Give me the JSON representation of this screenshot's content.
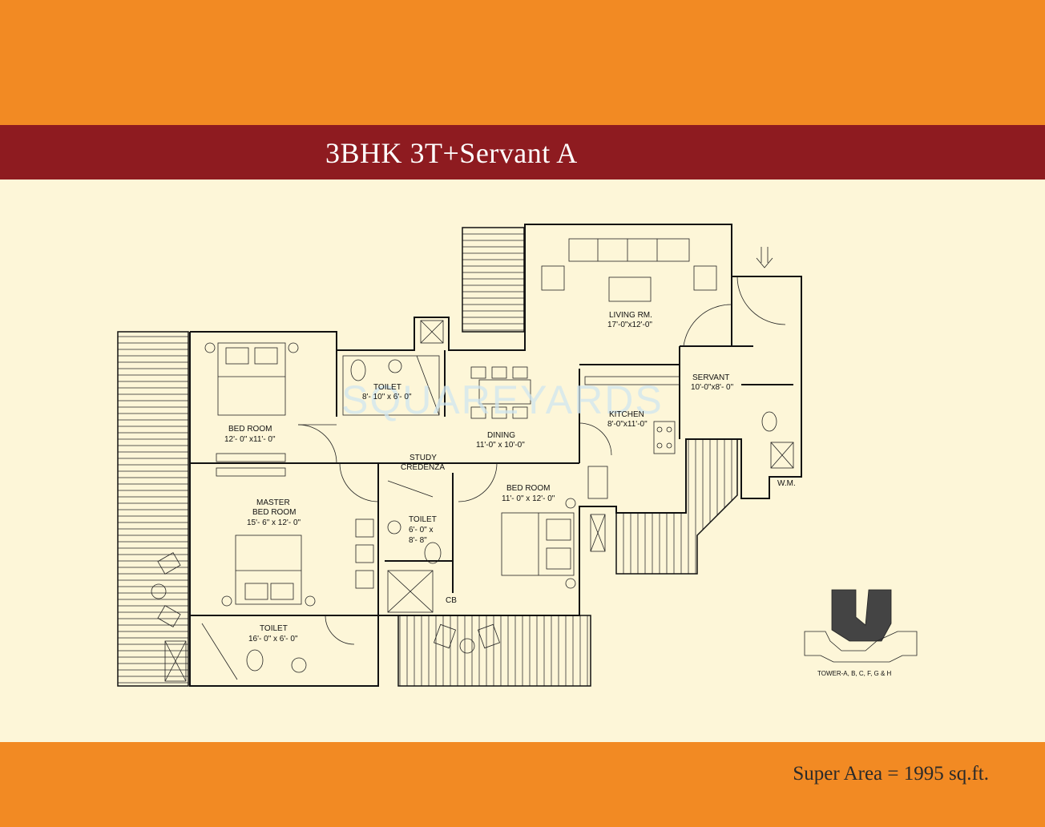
{
  "colors": {
    "top_band": "#f28a23",
    "title_band": "#8e1b20",
    "bottom_band": "#f28a23",
    "background": "#fdf6d8",
    "watermark": "#cfe6f0"
  },
  "header": {
    "title": "3BHK 3T+Servant A"
  },
  "footer": {
    "super_area": "Super Area = 1995 sq.ft."
  },
  "watermark": "SQUAREYARDS",
  "rooms": {
    "living": {
      "name": "LIVING RM.",
      "size": "17'-0\"x12'-0\""
    },
    "servant": {
      "name": "SERVANT",
      "size": "10'-0\"x8'- 0\""
    },
    "kitchen": {
      "name": "KITCHEN",
      "size": "8'-0\"x11'-0\""
    },
    "toilet1": {
      "name": "TOILET",
      "size": "8'- 10\" x 6'- 0\""
    },
    "bedroom1": {
      "name": "BED ROOM",
      "size": "12'- 0\" x11'- 0\""
    },
    "dining": {
      "name": "DINING",
      "size": "11'-0\" x 10'-0\""
    },
    "study": {
      "name": "STUDY",
      "sub": "CREDENZA"
    },
    "master": {
      "name1": "MASTER",
      "name2": "BED ROOM",
      "size": "15'- 6\" x 12'- 0\""
    },
    "toilet2": {
      "name": "TOILET",
      "size1": "6'- 0\" x",
      "size2": "8'- 8\""
    },
    "bedroom2": {
      "name": "BED ROOM",
      "size": "11'- 0\" x 12'- 0\""
    },
    "toilet3": {
      "name": "TOILET",
      "size": "16'- 0\" x 6'- 0\""
    },
    "cb": "CB",
    "wm": "W.M."
  },
  "keyplan": {
    "caption": "TOWER-A, B, C, F, G & H"
  }
}
